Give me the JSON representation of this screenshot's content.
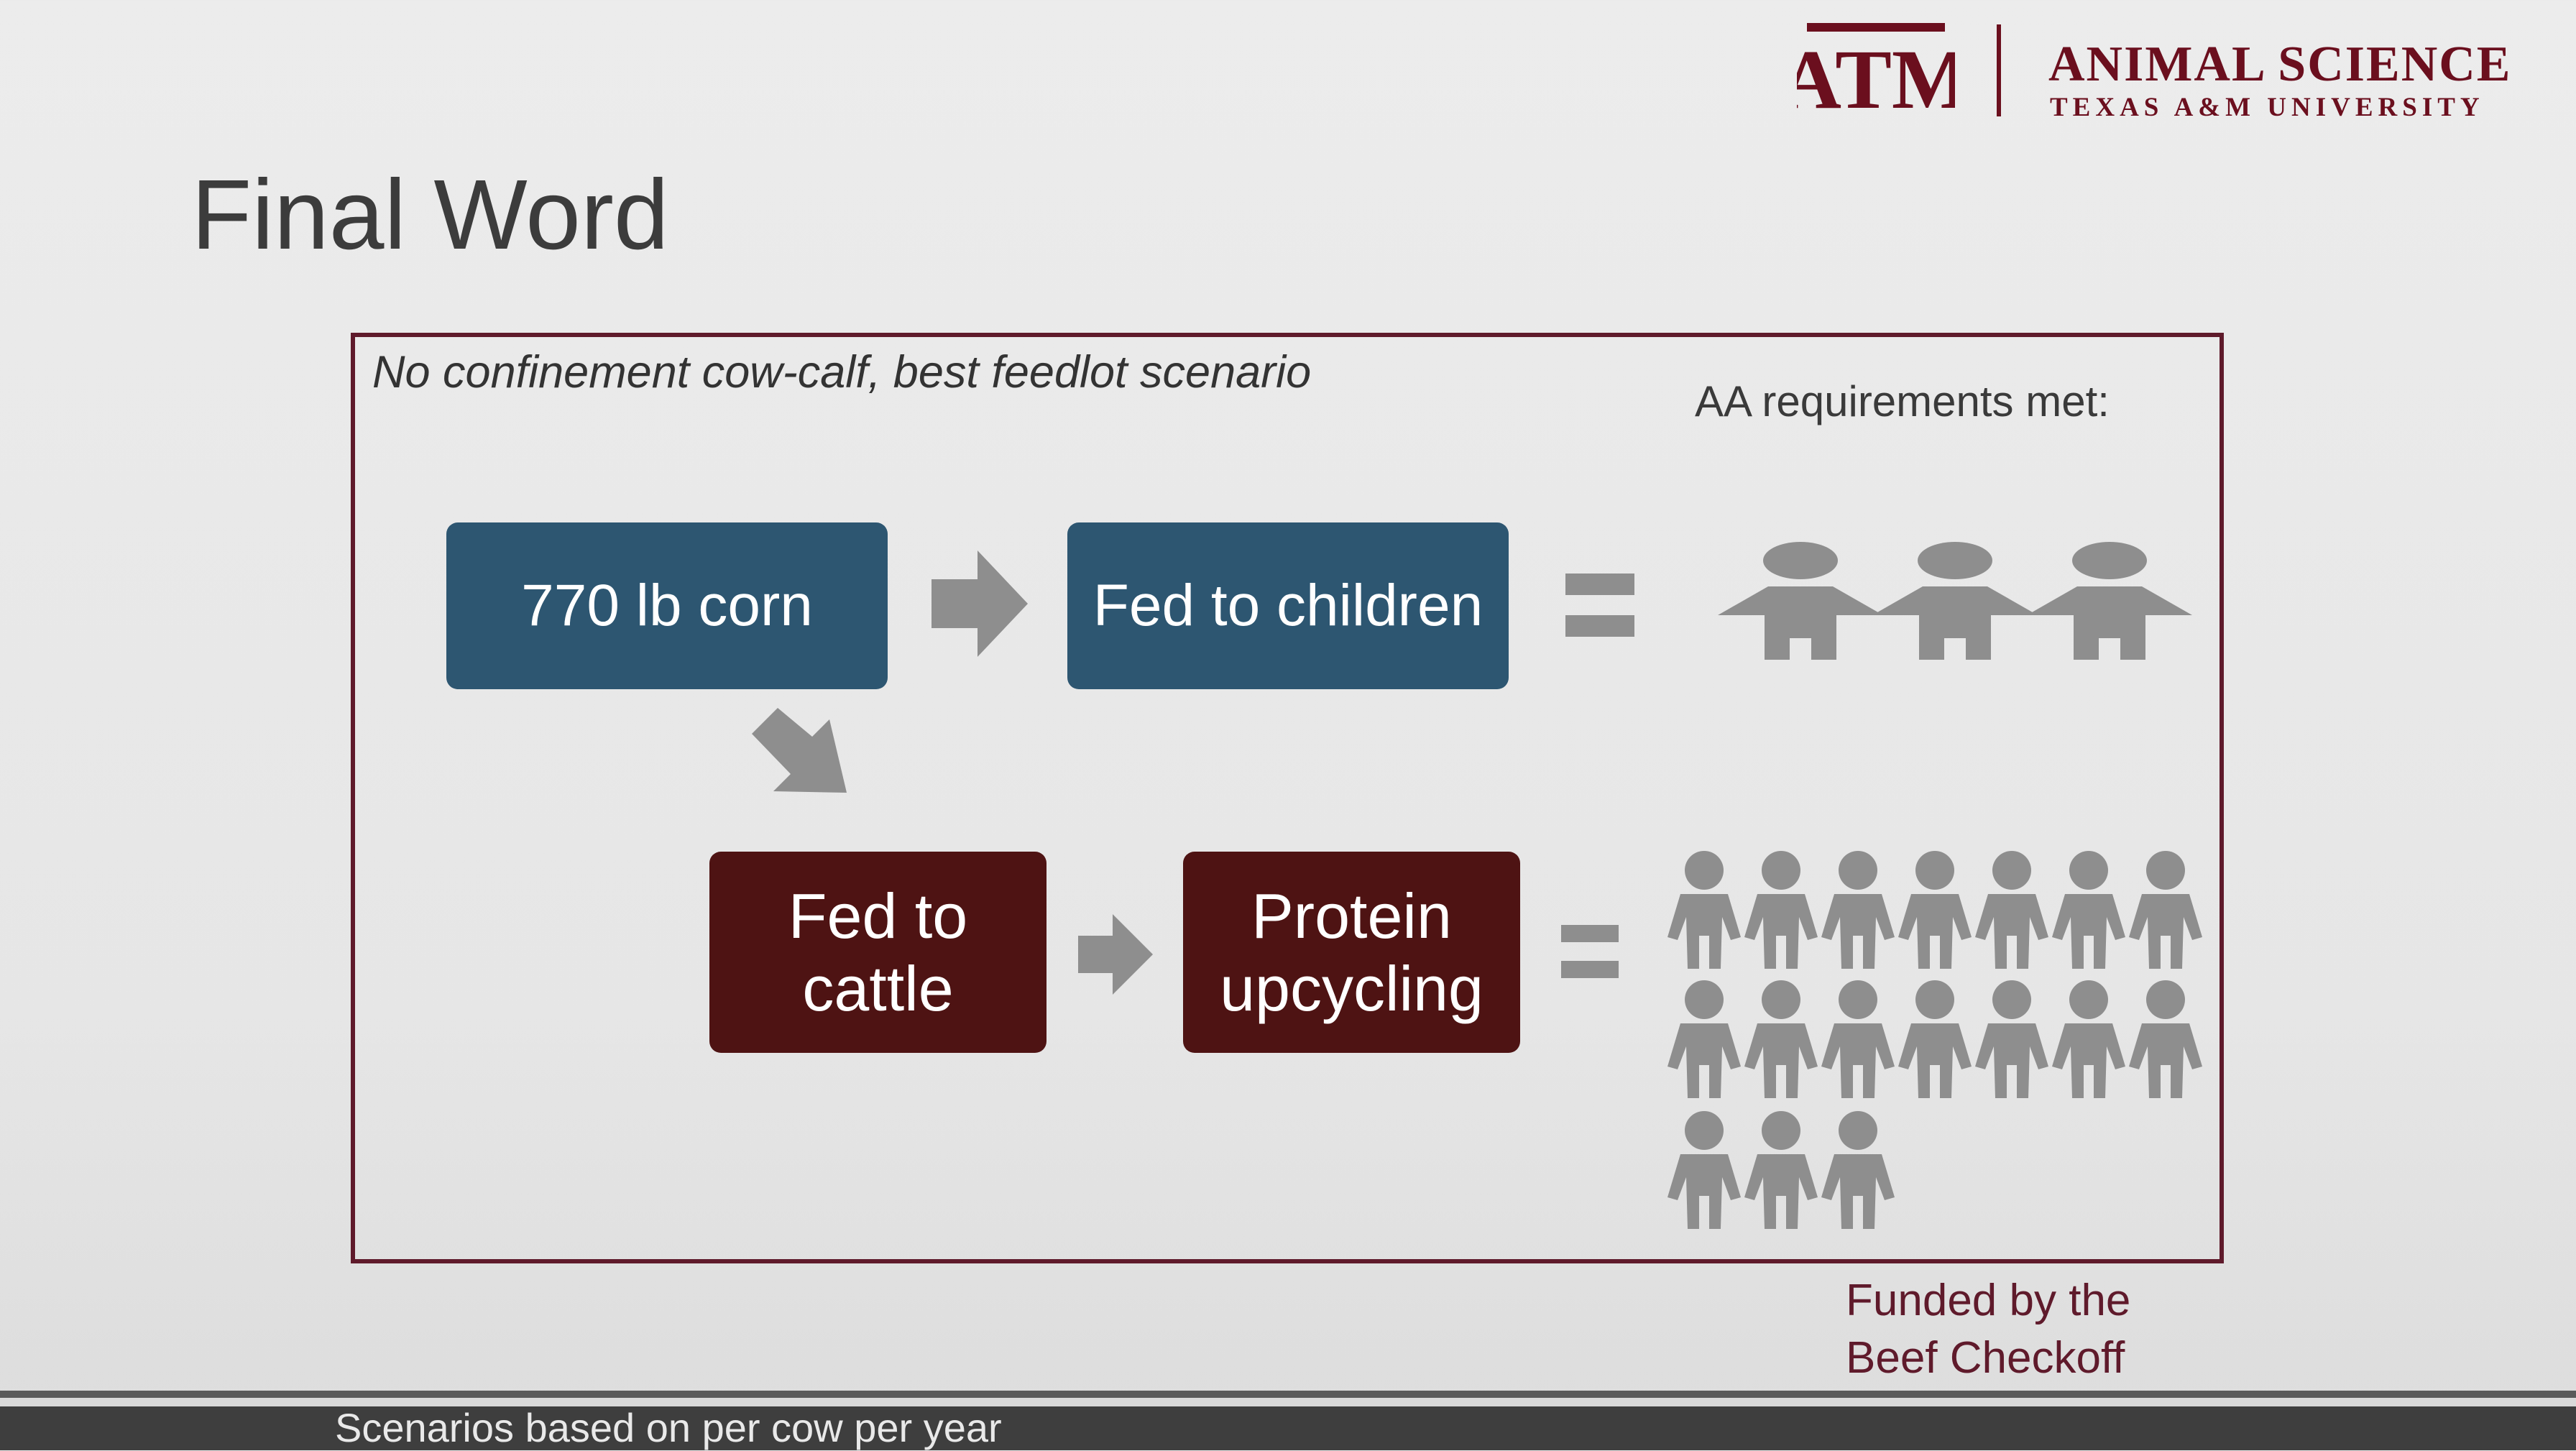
{
  "header": {
    "logo_title": "ANIMAL SCIENCE",
    "logo_subtitle": "TEXAS A&M UNIVERSITY",
    "logo_mark": "ATM"
  },
  "slide": {
    "title": "Final Word",
    "scenario": "No confinement cow-calf, best feedlot scenario",
    "aa_label": "AA requirements met:"
  },
  "flow": {
    "corn": "770 lb corn",
    "children": "Fed to children",
    "cattle": "Fed to cattle",
    "upcycling": "Protein upcycling"
  },
  "people": {
    "children_count": 3,
    "upcycling_count": 17
  },
  "funding": {
    "line1": "Funded by the",
    "line2": "Beef Checkoff"
  },
  "footer": {
    "note": "Scenarios based on per cow per year"
  },
  "colors": {
    "maroon": "#5f1a2b",
    "box_blue": "#2d5671",
    "box_maroon": "#4e1313",
    "icon_gray": "#8e8e8e"
  },
  "icons": [
    "right-arrow-icon",
    "down-right-arrow-icon",
    "equals-icon",
    "child-icon",
    "person-icon"
  ]
}
